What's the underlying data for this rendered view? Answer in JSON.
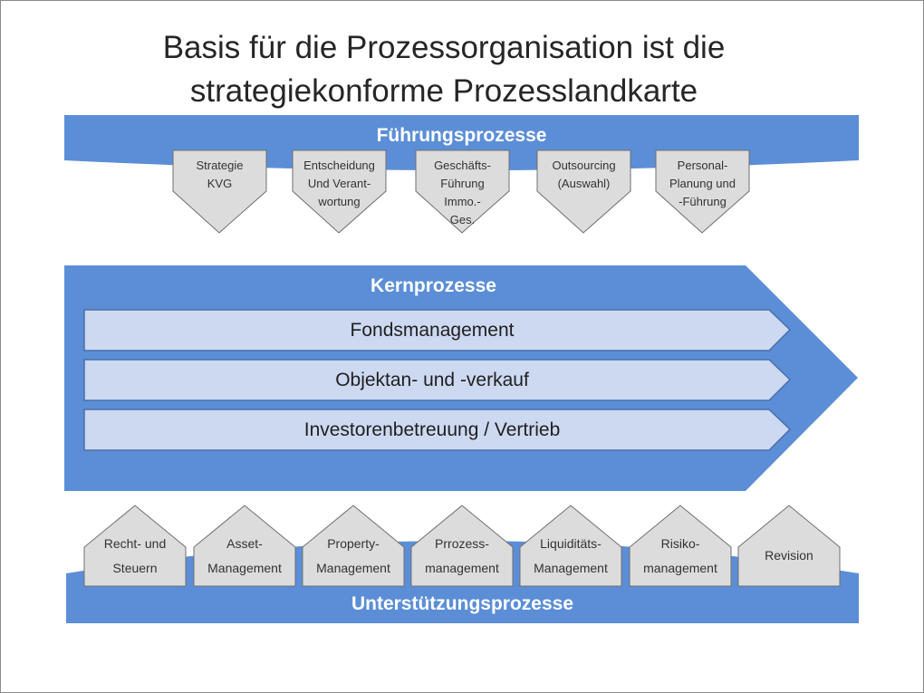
{
  "title_line1": "Basis für die Prozessorganisation ist die",
  "title_line2": "strategiekonforme Prozesslandkarte",
  "fuehrung": {
    "title": "Führungsprozesse",
    "items": [
      {
        "line1": "Strategie",
        "line2": "KVG",
        "line3": "",
        "line4": ""
      },
      {
        "line1": "Entscheidung",
        "line2": "Und Verant-",
        "line3": "wortung",
        "line4": ""
      },
      {
        "line1": "Geschäfts-",
        "line2": "Führung",
        "line3": "Immo.-",
        "line4": "Ges."
      },
      {
        "line1": "Outsourcing",
        "line2": "(Auswahl)",
        "line3": "",
        "line4": ""
      },
      {
        "line1": "Personal-",
        "line2": "Planung und",
        "line3": "-Führung",
        "line4": ""
      }
    ]
  },
  "kern": {
    "title": "Kernprozesse",
    "bars": [
      "Fondsmanagement",
      "Objektan- und -verkauf",
      "Investorenbetreuung / Vertrieb"
    ]
  },
  "unterstuetzung": {
    "title": "Unterstützungsprozesse",
    "items": [
      {
        "line1": "Recht- und",
        "line2": "Steuern"
      },
      {
        "line1": "Asset-",
        "line2": "Management"
      },
      {
        "line1": "Property-",
        "line2": "Management"
      },
      {
        "line1": "Prrozess-",
        "line2": "management"
      },
      {
        "line1": "Liquiditäts-",
        "line2": "Management"
      },
      {
        "line1": "Risiko-",
        "line2": "management"
      },
      {
        "line1": "Revision",
        "line2": ""
      }
    ]
  },
  "colors": {
    "band": "#5b8ed6",
    "bar_fill": "#cdd9f1",
    "shape_fill": "#dcdcdc",
    "shape_stroke": "#6f6f6f"
  }
}
